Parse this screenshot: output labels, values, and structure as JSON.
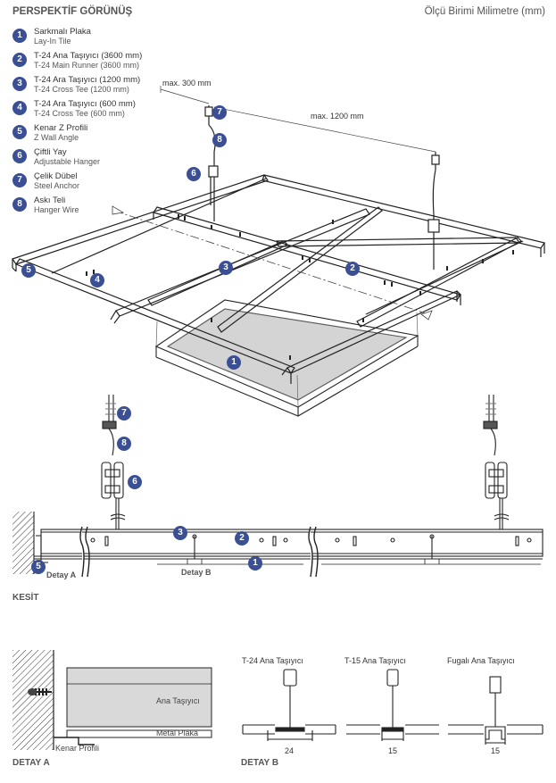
{
  "header": {
    "title": "PERSPEKTİF GÖRÜNÜŞ",
    "unit": "Ölçü Birimi Milimetre (mm)"
  },
  "legend": [
    {
      "num": "1",
      "tr": "Sarkmalı Plaka",
      "en": "Lay-In Tile"
    },
    {
      "num": "2",
      "tr": "T-24 Ana Taşıyıcı (3600 mm)",
      "en": "T-24 Main Runner (3600 mm)"
    },
    {
      "num": "3",
      "tr": "T-24 Ara Taşıyıcı (1200 mm)",
      "en": "T-24 Cross Tee (1200 mm)"
    },
    {
      "num": "4",
      "tr": "T-24 Ara Taşıyıcı (600 mm)",
      "en": "T-24 Cross Tee (600 mm)"
    },
    {
      "num": "5",
      "tr": "Kenar Z Profili",
      "en": "Z Wall Angle"
    },
    {
      "num": "6",
      "tr": "Çiftli Yay",
      "en": "Adjustable Hanger"
    },
    {
      "num": "7",
      "tr": "Çelik Dübel",
      "en": "Steel Anchor"
    },
    {
      "num": "8",
      "tr": "Askı Teli",
      "en": "Hanger Wire"
    }
  ],
  "perspective": {
    "dim_300": "max. 300 mm",
    "dim_1200": "max. 1200 mm"
  },
  "section": {
    "title": "KESİT",
    "detail_a": "Detay A",
    "detail_b": "Detay B"
  },
  "detail_a": {
    "title": "DETAY A",
    "main_runner": "Ana Taşıyıcı",
    "metal_tile": "Metal Plaka",
    "edge_profile": "Kenar Profili"
  },
  "detail_b": {
    "title": "DETAY B",
    "profiles": [
      {
        "name": "T-24 Ana Taşıyıcı",
        "dim": "24"
      },
      {
        "name": "T-15 Ana Taşıyıcı",
        "dim": "15"
      },
      {
        "name": "Fugalı Ana Taşıyıcı",
        "dim": "15"
      }
    ]
  },
  "colors": {
    "badge": "#3a4f94",
    "line": "#222222",
    "panel": "#d4d4d4"
  }
}
